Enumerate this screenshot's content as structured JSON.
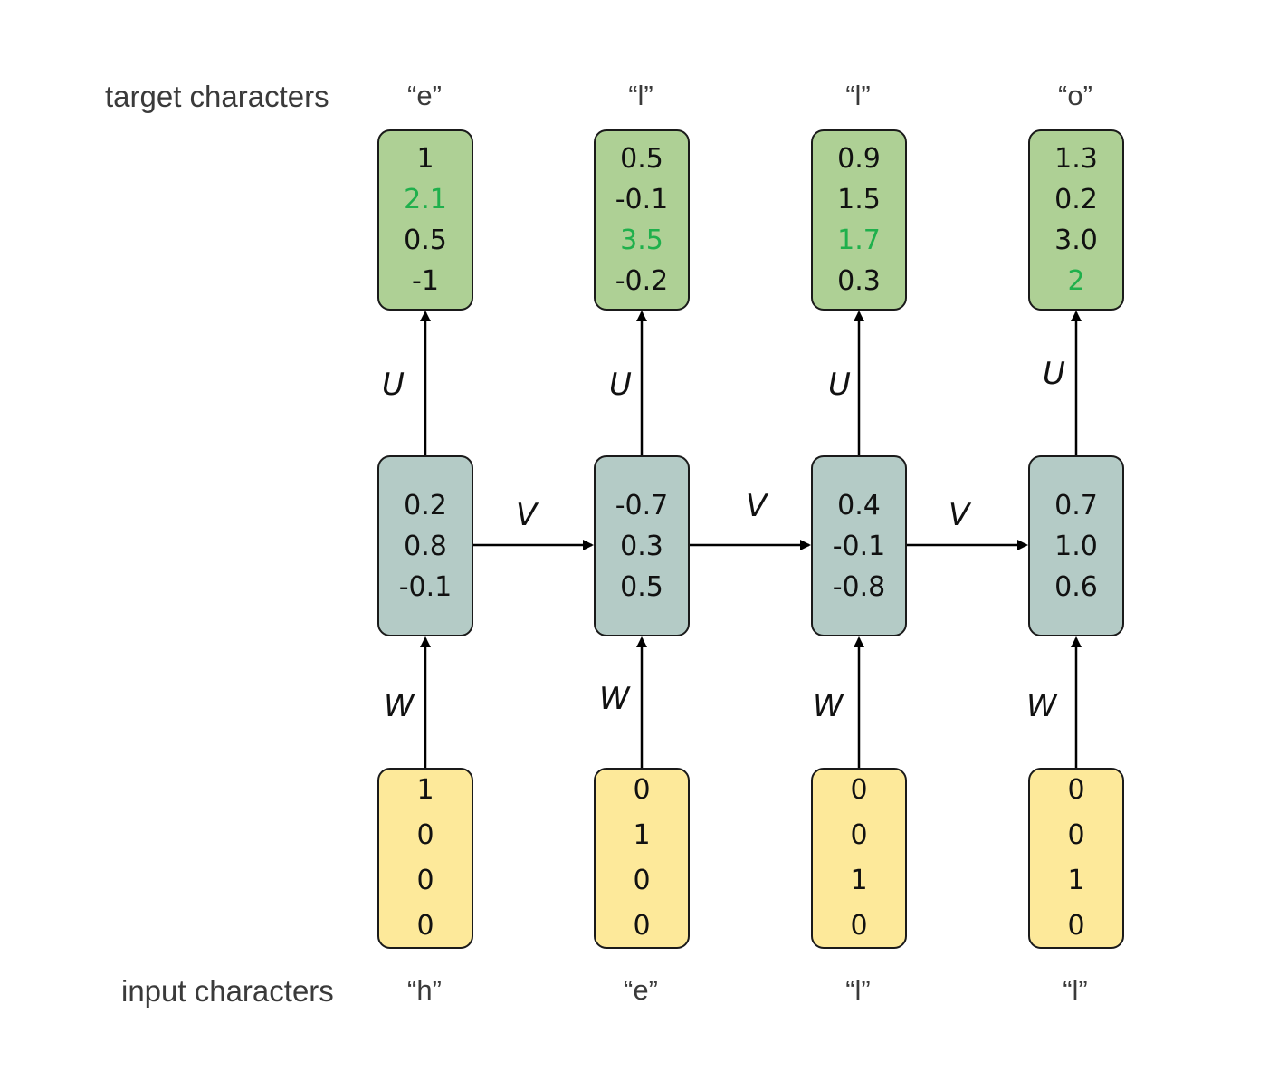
{
  "row_labels": {
    "target": "target characters",
    "input": "input characters"
  },
  "target_chars": [
    "“e”",
    "“l”",
    "“l”",
    "“o”"
  ],
  "input_chars": [
    "“h”",
    "“e”",
    "“l”",
    "“l”"
  ],
  "output_layer": [
    [
      "1",
      "2.1",
      "0.5",
      "-1"
    ],
    [
      "0.5",
      "-0.1",
      "3.5",
      "-0.2"
    ],
    [
      "0.9",
      "1.5",
      "1.7",
      "0.3"
    ],
    [
      "1.3",
      "0.2",
      "3.0",
      "2"
    ]
  ],
  "output_highlight_index": [
    1,
    2,
    2,
    3
  ],
  "hidden_layer": [
    [
      "0.2",
      "0.8",
      "-0.1"
    ],
    [
      "-0.7",
      "0.3",
      "0.5"
    ],
    [
      "0.4",
      "-0.1",
      "-0.8"
    ],
    [
      "0.7",
      "1.0",
      "0.6"
    ]
  ],
  "input_layer": [
    [
      "1",
      "0",
      "0",
      "0"
    ],
    [
      "0",
      "1",
      "0",
      "0"
    ],
    [
      "0",
      "0",
      "1",
      "0"
    ],
    [
      "0",
      "0",
      "1",
      "0"
    ]
  ],
  "weight_labels": {
    "output": "U",
    "recurrent": "V",
    "input": "W"
  },
  "colors": {
    "output_box": "#aed095",
    "hidden_box": "#b4cbc6",
    "input_box": "#fde99a",
    "highlight_value": "#1fb04c"
  }
}
